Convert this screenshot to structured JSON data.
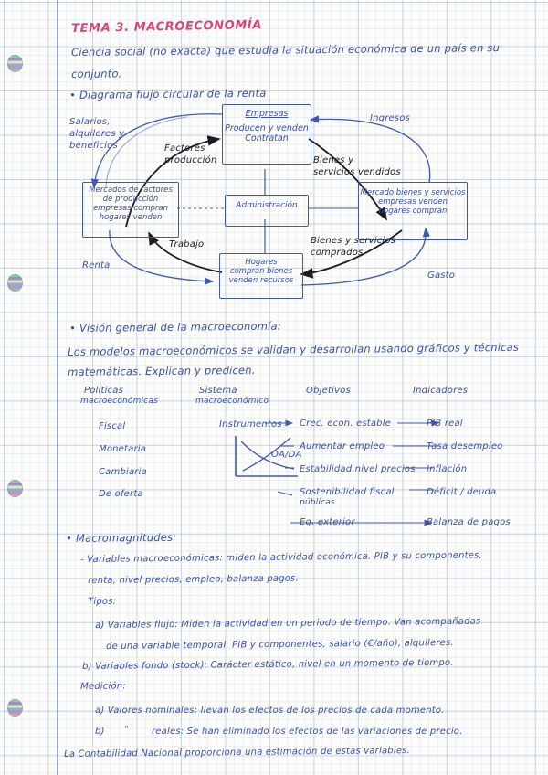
{
  "page": {
    "title": "TEMA 3. MACROECONOMÍA",
    "intro_line1": "Ciencia social (no exacta) que estudia la situación económica de un país en su",
    "intro_line2": "conjunto.",
    "bullet_diagram": "• Diagrama flujo circular de la renta"
  },
  "diagram": {
    "boxes": {
      "empresas": {
        "l1": "Empresas",
        "l2": "Producen y venden",
        "l3": "Contratan"
      },
      "mercado_factores": {
        "l1": "Mercados de factores",
        "l2": "de producción",
        "l3": "empresas compran",
        "l4": "hogares venden"
      },
      "administracion": {
        "l1": "Administración"
      },
      "mercado_bienes": {
        "l1": "Mercado bienes y servicios",
        "l2": "empresas venden",
        "l3": "hogares compran"
      },
      "hogares": {
        "l1": "Hogares",
        "l2": "compran bienes",
        "l3": "venden recursos"
      }
    },
    "labels": {
      "salarios": "Salarios,",
      "salarios2": "alquileres y",
      "salarios3": "beneficios",
      "factores": "Factores",
      "factores2": "producción",
      "ingresos": "Ingresos",
      "bienes_vendidos": "Bienes y",
      "bienes_vendidos2": "servicios vendidos",
      "trabajo": "Trabajo",
      "renta": "Renta",
      "bienes_comprados": "Bienes y servicios",
      "bienes_comprados2": "comprados",
      "gasto": "Gasto"
    }
  },
  "vision": {
    "bullet": "• Visión general de la macroeconomía:",
    "line1": "Los modelos macroeconómicos se validan y desarrollan usando gráficos y técnicas",
    "line2": "matemáticas. Explican y predicen."
  },
  "table": {
    "headers": [
      {
        "l1": "Políticas",
        "l2": "macroeconómicas"
      },
      {
        "l1": "Sistema",
        "l2": "macroeconómico"
      },
      {
        "l1": "Objetivos",
        "l2": ""
      },
      {
        "l1": "Indicadores",
        "l2": ""
      }
    ],
    "politicas": [
      "Fiscal",
      "Monetaria",
      "Cambiaria",
      "De oferta"
    ],
    "sistema_label": "Instrumentos",
    "sistema_graph_label": "OA/DA",
    "objetivos": [
      "Crec. econ. estable",
      "Aumentar empleo",
      "Estabilidad nivel precios",
      "Sostenibilidad fiscal",
      "Eq. exterior"
    ],
    "objetivos_extra": "públicas",
    "indicadores": [
      "PIB real",
      "Tasa desempleo",
      "Inflación",
      "Déficit / deuda",
      "Balanza de pagos"
    ]
  },
  "macromagnitudes": {
    "bullet": "• Macromagnitudes:",
    "variables_line1": "- Variables macroeconómicas:  miden la actividad económica. PIB y su componentes,",
    "variables_line2": "renta, nivel precios, empleo, balanza pagos.",
    "tipos_label": "Tipos:",
    "a_line1": "a) Variables flujo: Miden la actividad en un periodo de tiempo. Van acompañadas",
    "a_line2": "de una variable temporal.  PIB y componentes, salario (€/año), alquileres.",
    "b_line1": "b) Variables fondo (stock): Carácter estático, nivel en un momento de tiempo.",
    "medicion_label": "Medición:",
    "m_a": "a) Valores nominales: llevan los efectos de los precios de cada momento.",
    "m_b_prefix": "b)",
    "m_b_ditto": "\"",
    "m_b": "reales: Se han eliminado los efectos de las variaciones de precio.",
    "closing": "La Contabilidad Nacional proporciona una estimación de estas variables."
  },
  "colors": {
    "ink_blue": "#3a4fa8",
    "ink_black": "#1b1b22",
    "ink_red": "#d6447a",
    "grid": "#7896c8"
  }
}
